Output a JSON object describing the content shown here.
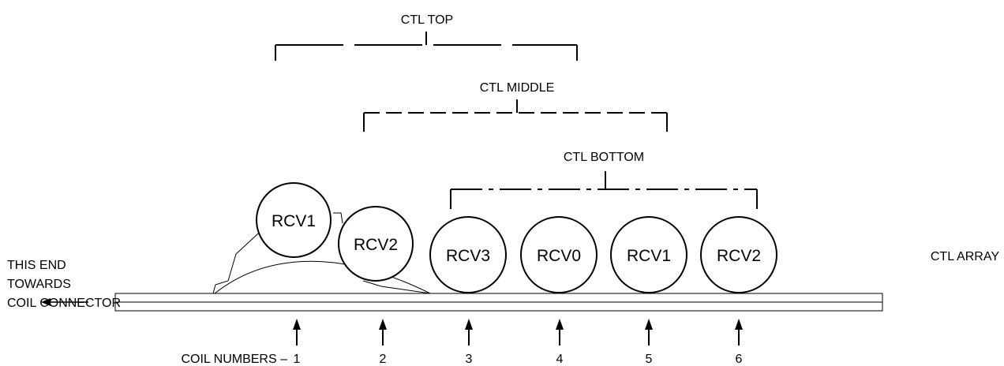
{
  "brackets": {
    "top": "CTL TOP",
    "middle": "CTL MIDDLE",
    "bottom": "CTL BOTTOM"
  },
  "coils": [
    {
      "label": "RCV1"
    },
    {
      "label": "RCV2"
    },
    {
      "label": "RCV3"
    },
    {
      "label": "RCV0"
    },
    {
      "label": "RCV1"
    },
    {
      "label": "RCV2"
    }
  ],
  "array_label": "CTL ARRAY",
  "end_note": {
    "line1": "THIS END",
    "line2": "TOWARDS",
    "line3": "COIL CONNECTOR"
  },
  "coil_numbers": {
    "prefix": "COIL NUMBERS –",
    "values": [
      "1",
      "2",
      "3",
      "4",
      "5",
      "6"
    ]
  }
}
